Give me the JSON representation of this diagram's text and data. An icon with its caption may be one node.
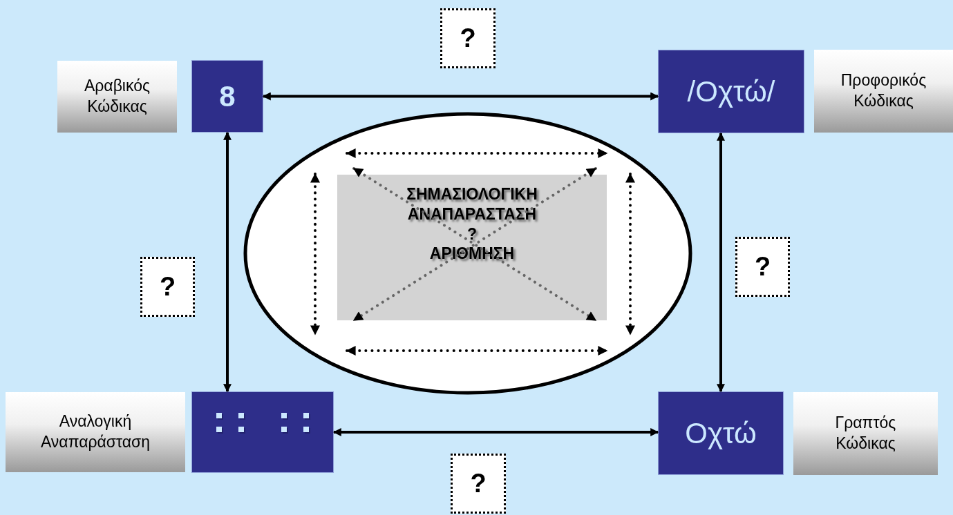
{
  "diagram": {
    "nodes": [
      {
        "text": [
          "Αραβικός Κώδικας"
        ]
      },
      {
        "text": [
          "8"
        ]
      },
      {
        "text": [
          "?"
        ]
      },
      {
        "text": [
          "/Οχτώ/"
        ]
      },
      {
        "text": [
          "Προφορικός Κώδικας"
        ]
      },
      {
        "text": [],
        "shape": "ellipse"
      },
      {
        "text": [
          "ΣΗΜΑΣΙΟΛΟΓΙΚΗ ΑΝΑΠΑΡΑΣΤΑΣΗ",
          "?",
          "ΑΡΙΘΜΗΣΗ"
        ],
        "in": 5
      },
      {
        "text": [
          "?"
        ]
      },
      {
        "text": [
          "?"
        ]
      },
      {
        "text": [
          "Αναλογική Αναπαράσταση"
        ]
      },
      {
        "text": [],
        "shape": "box"
      },
      {
        "text": [
          "Οχτώ"
        ]
      },
      {
        "text": [
          "Γραπτός Κώδικας"
        ]
      },
      {
        "text": [
          "?"
        ]
      }
    ],
    "edges": [
      {
        "from": 1,
        "to": 3,
        "arrow": "both"
      },
      {
        "from": 1,
        "to": 10,
        "arrow": "both"
      },
      {
        "from": 3,
        "to": 11,
        "arrow": "both"
      },
      {
        "from": 10,
        "to": 11,
        "arrow": "both"
      }
    ]
  }
}
